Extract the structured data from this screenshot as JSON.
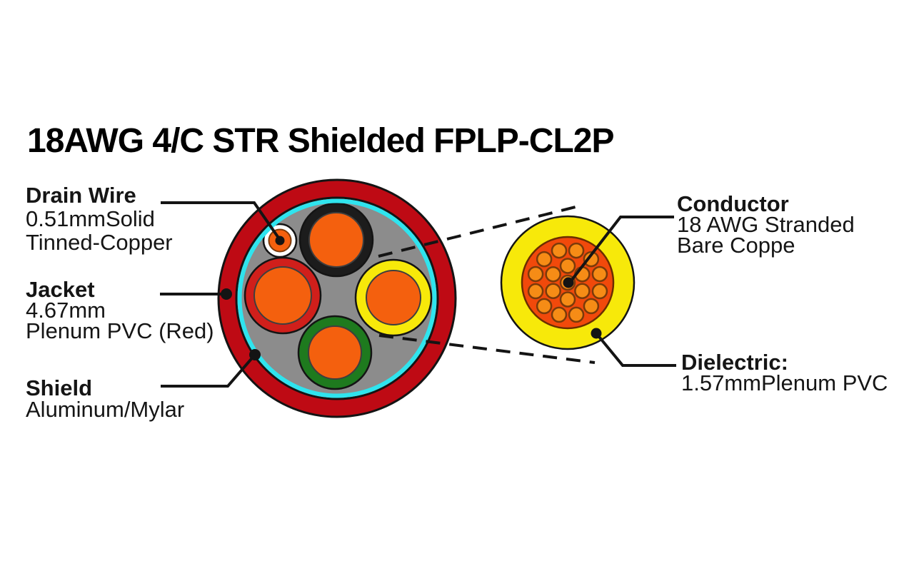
{
  "title": {
    "text": "18AWG 4/C STR Shielded FPLP-CL2P"
  },
  "labels": {
    "drain_wire": {
      "heading": "Drain Wire",
      "lines": [
        "0.51mmSolid",
        "Tinned-Copper"
      ]
    },
    "jacket": {
      "heading": "Jacket",
      "lines": [
        "4.67mm",
        "Plenum PVC (Red)"
      ]
    },
    "shield": {
      "heading": "Shield",
      "lines": [
        "Aluminum/Mylar"
      ]
    },
    "conductor": {
      "heading": "Conductor",
      "lines": [
        "18 AWG Stranded",
        "Bare Coppe"
      ]
    },
    "dielectric": {
      "heading": "Dielectric:",
      "lines": [
        "1.57mmPlenum PVC"
      ]
    }
  },
  "colors": {
    "background": "#ffffff",
    "text": "#151515",
    "line": "#141414",
    "jacket_red": "#be0a14",
    "insulation_red": "#d01f1b",
    "insulation_yellow": "#f7e90a",
    "insulation_green": "#1e7a1e",
    "insulation_black": "#1c1c1c",
    "conductor_orange": "#f4600e",
    "shield_gray": "#8c8c8c",
    "shield_cyan": "#2fe4ee",
    "drain_white": "#ffffff",
    "detail_core_orange": "#f1490b",
    "strand_orange": "#f68c16",
    "strand_outline": "#7a3a0a"
  },
  "detail": {
    "outer_strands": 12,
    "inner_strands": 6,
    "outer_ring_radius": 46.5,
    "inner_ring_radius": 23.5,
    "strand_radius": 10,
    "center_strand": true
  }
}
